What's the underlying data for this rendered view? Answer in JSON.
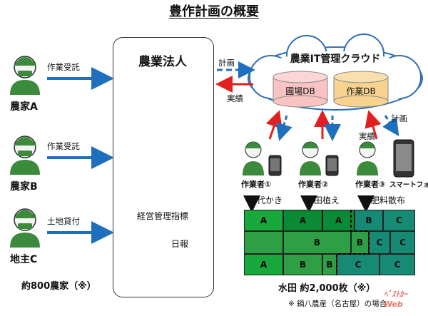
{
  "title": "豊作計画の概要",
  "left": {
    "people": [
      {
        "name": "農家A",
        "action": "作業受託"
      },
      {
        "name": "農家B",
        "action": "作業受託"
      },
      {
        "name": "地主C",
        "action": "土地貸付"
      }
    ],
    "footnote_count": "約800農家（※）"
  },
  "corp": {
    "title": "農業法人",
    "chart_label": "経営管理指標",
    "doc_label": "日報"
  },
  "cloud": {
    "title": "農業IT管理クラウド",
    "db1": "圃場DB",
    "db2": "作業DB"
  },
  "arrows": {
    "plan": "計画",
    "result": "実績",
    "plan2": "計画",
    "result2": "実績"
  },
  "workers": [
    "作業者①",
    "作業者②",
    "作業者③"
  ],
  "smartphone": "スマートフォン",
  "tasks": [
    "代かき",
    "田植え",
    "肥料散布"
  ],
  "fields": {
    "row1": [
      "A",
      "A",
      "A",
      "B",
      "C"
    ],
    "row2": [
      "B",
      "B",
      "C",
      "C"
    ],
    "row3": [
      "A",
      "B",
      "B",
      "C",
      "C"
    ]
  },
  "field_caption": "水田 約2,000枚（※）",
  "source_note": "※ 鍋八農産（名古屋）の場合",
  "watermark": "ベストカーWeb",
  "colors": {
    "blue_arrow": "#1f6fbf",
    "red_arrow": "#e02020",
    "field_green": "#1fa83c",
    "field_teal": "#168a74",
    "worker_green": "#3c8a3c"
  }
}
